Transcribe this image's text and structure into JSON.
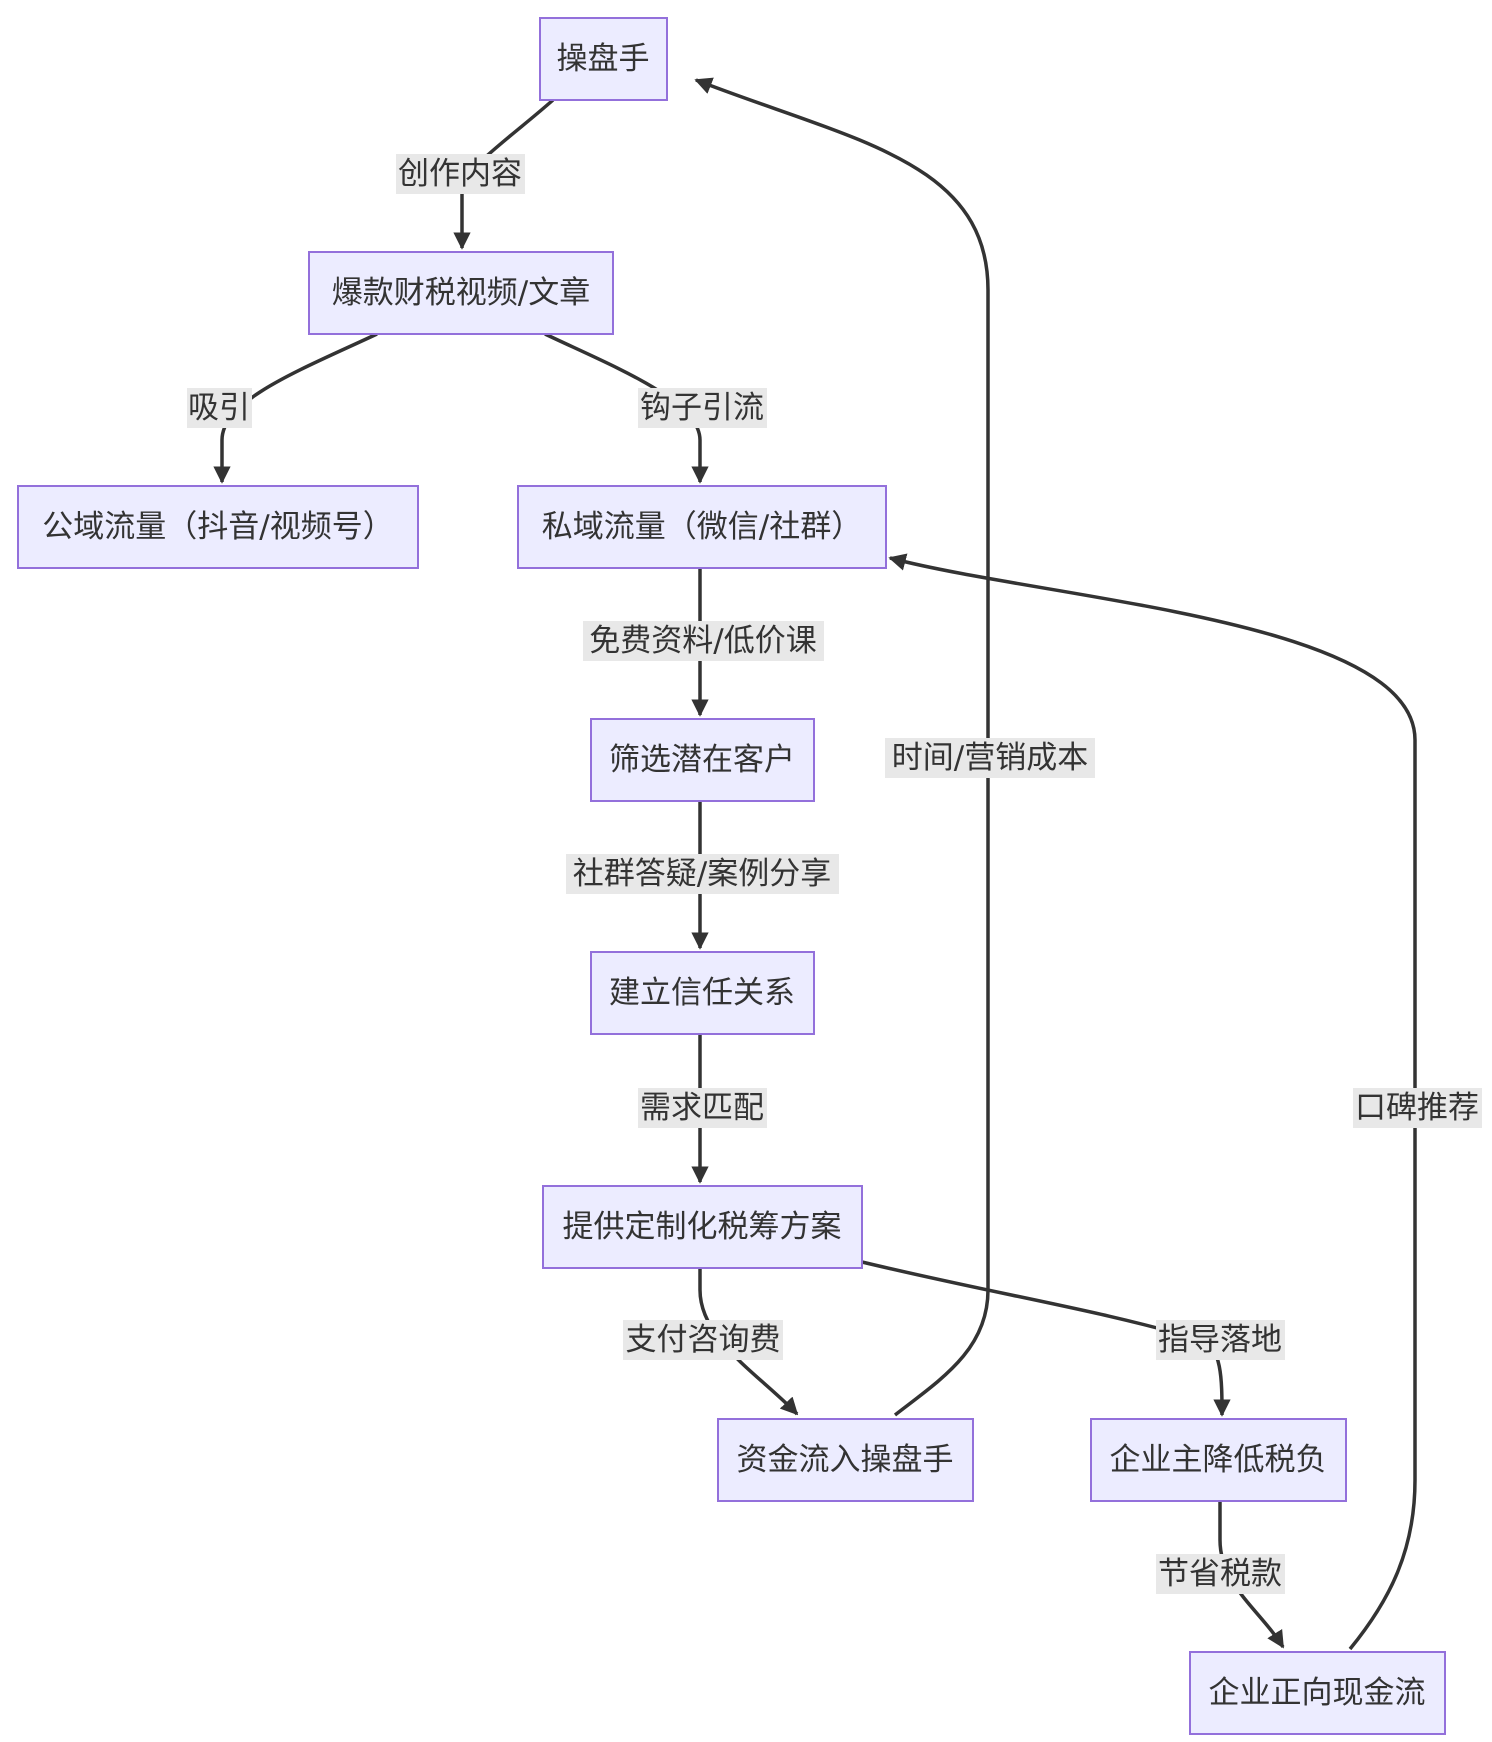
{
  "nodes": {
    "operator": "操盘手",
    "viral": "爆款财税视频/文章",
    "public": "公域流量（抖音/视频号）",
    "private": "私域流量（微信/社群）",
    "screen": "筛选潜在客户",
    "trust": "建立信任关系",
    "plan": "提供定制化税筹方案",
    "funds": "资金流入操盘手",
    "reduce": "企业主降低税负",
    "cashflow": "企业正向现金流"
  },
  "edges": {
    "create": "创作内容",
    "attract": "吸引",
    "hook": "钩子引流",
    "free": "免费资料/低价课",
    "community": "社群答疑/案例分享",
    "match": "需求匹配",
    "pay": "支付咨询费",
    "guide": "指导落地",
    "save": "节省税款",
    "cost": "时间/营销成本",
    "wom": "口碑推荐"
  },
  "colors": {
    "node_fill": "#ECECFF",
    "node_stroke": "#9370DB",
    "edge": "#333333",
    "label_bg": "#e8e8e8"
  }
}
